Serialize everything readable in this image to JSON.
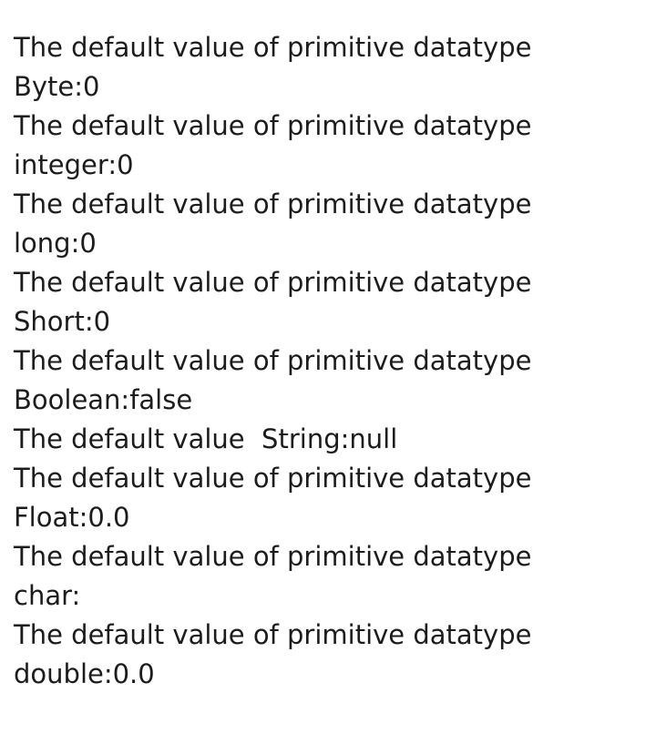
{
  "output": {
    "lines": [
      "The default value of primitive datatype",
      "Byte:0",
      "The default value of primitive datatype",
      "integer:0",
      "The default value of primitive datatype",
      "long:0",
      "The default value of primitive datatype",
      "Short:0",
      "The default value of primitive datatype",
      "Boolean:false",
      "The default value  String:null",
      "The default value of primitive datatype",
      "Float:0.0",
      "The default value of primitive datatype",
      "char:",
      "The default value of primitive datatype",
      "double:0.0"
    ]
  }
}
